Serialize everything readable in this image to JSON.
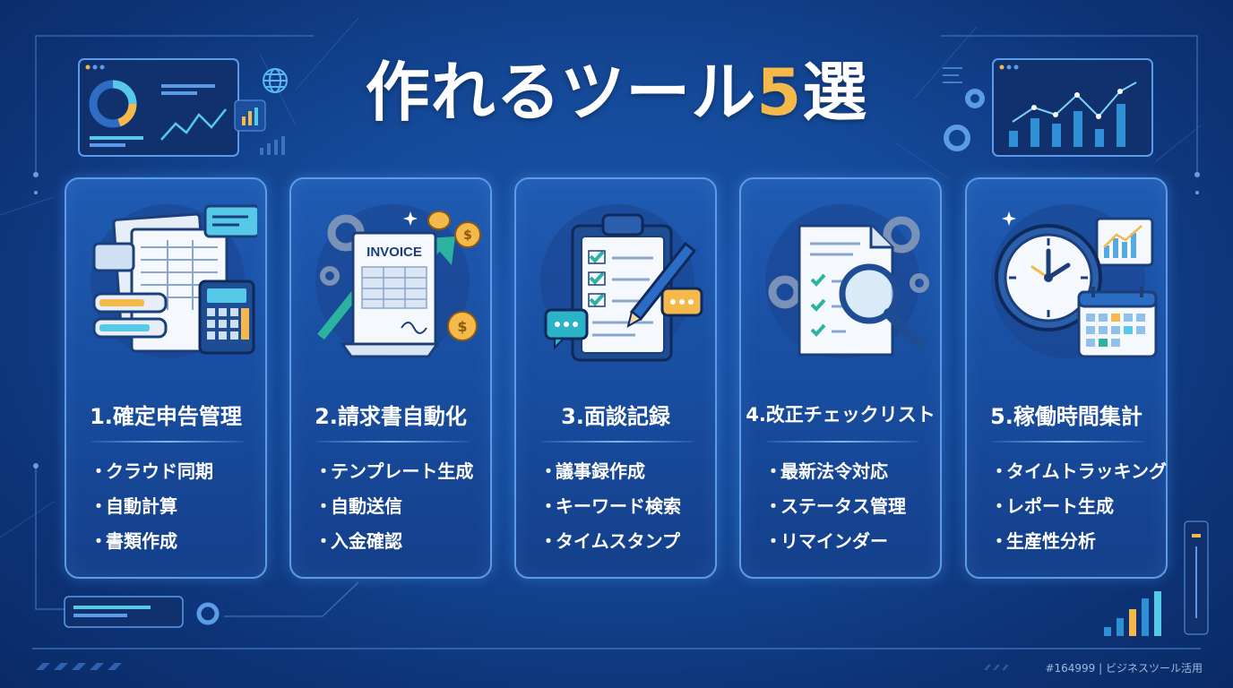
{
  "title": {
    "main": "作れるツール",
    "number": "5",
    "suffix": "選"
  },
  "cards": [
    {
      "title": "1.確定申告管理",
      "items": [
        "クラウド同期",
        "自動計算",
        "書類作成"
      ]
    },
    {
      "title": "2.請求書自動化",
      "items": [
        "テンプレート生成",
        "自動送信",
        "入金確認"
      ]
    },
    {
      "title": "3.面談記録",
      "items": [
        "議事録作成",
        "キーワード検索",
        "タイムスタンプ"
      ]
    },
    {
      "title": "4.改正チェックリスト",
      "items": [
        "最新法令対応",
        "ステータス管理",
        "リマインダー"
      ]
    },
    {
      "title": "5.稼働時間集計",
      "items": [
        "タイムトラッキング",
        "レポート生成",
        "生産性分析"
      ]
    }
  ],
  "invoice_label": "INVOICE",
  "footer": "#164999 | ビジネスツール活用",
  "colors": {
    "accent": "#f5b84a",
    "card_border": "#5b9be8",
    "background": "#154a9a"
  }
}
